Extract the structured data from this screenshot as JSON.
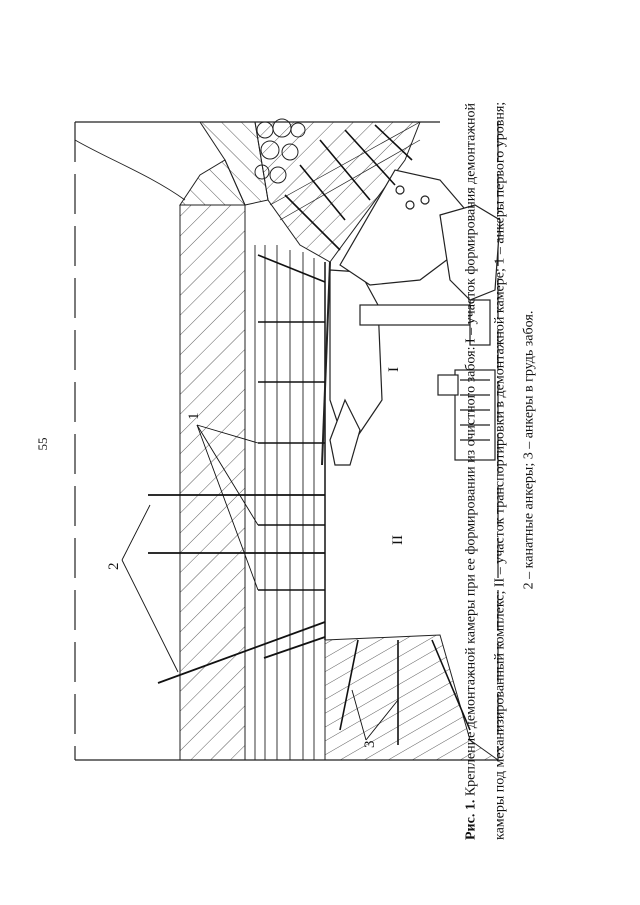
{
  "page_number": "55",
  "labels": {
    "zone_one": "I",
    "zone_two": "II",
    "anchor_one": "1",
    "anchor_two": "2",
    "anchor_three": "3"
  },
  "caption": {
    "prefix": "Рис. 1.",
    "line1_rest": " Крепление демонтажной камеры при ее формировании из очистного забоя: I – участок формирования демонтажной",
    "line2": "камеры под механизированный комплекс; II – участок транспортировки в демонтажной камере; 1 – анкеры первого уровня;",
    "line3": "2 – канатные анкеры; 3 – анкеры в грудь забоя."
  }
}
